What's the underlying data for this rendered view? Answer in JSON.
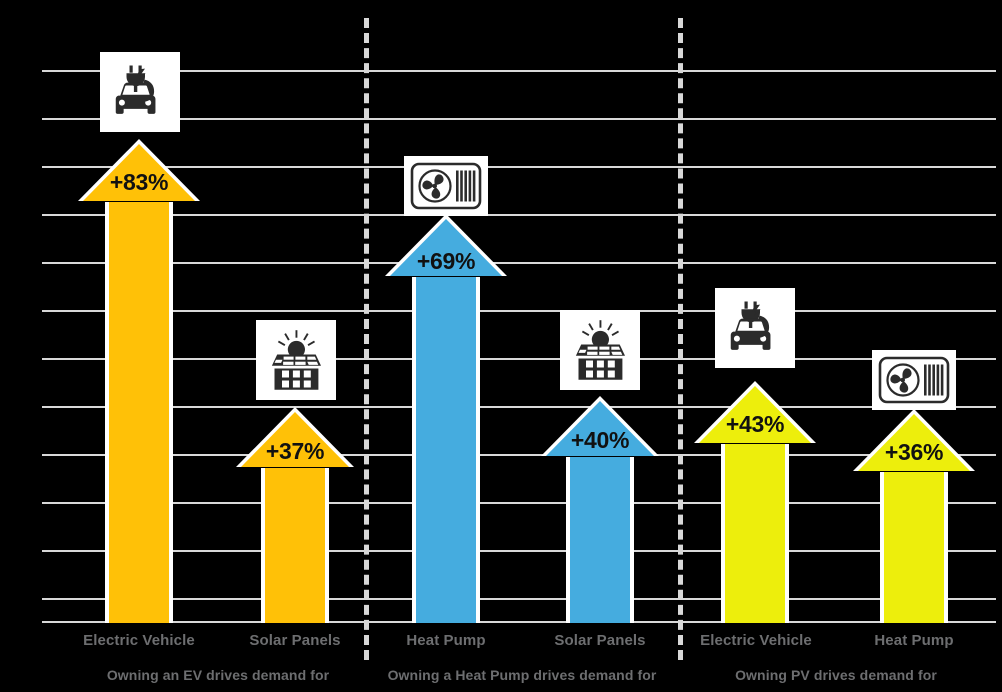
{
  "chart_data": {
    "type": "bar",
    "title": "",
    "xlabel": "",
    "ylabel": "",
    "grid": true,
    "legend_position": "none",
    "categories": [
      "Electric Vehicle",
      "Solar Panels",
      "Heat Pump",
      "Solar Panels",
      "Electric Vehicle",
      "Heat Pump"
    ],
    "values": [
      83,
      37,
      69,
      40,
      43,
      36
    ],
    "value_labels": [
      "+83%",
      "+37%",
      "+69%",
      "+40%",
      "+43%",
      "+36%"
    ],
    "series": [
      {
        "name": "Owning an EV drives demand for",
        "categories": [
          "Electric Vehicle",
          "Solar Panels"
        ],
        "values": [
          83,
          37
        ],
        "color": "#FFC107"
      },
      {
        "name": "Owning  a Heat Pump drives demand for",
        "categories": [
          "Heat Pump",
          "Solar Panels"
        ],
        "values": [
          69,
          40
        ],
        "color": "#45ACDF"
      },
      {
        "name": "Owning PV drives demand for",
        "categories": [
          "Electric Vehicle",
          "Heat Pump"
        ],
        "values": [
          43,
          36
        ],
        "color": "#EDEE0C"
      }
    ],
    "ylim": [
      0,
      96
    ],
    "annotations": [
      "Arrows point upward indicating increased demand"
    ]
  },
  "colors": {
    "background": "#000000",
    "grid": "#d8d8d8",
    "divider": "#d8d8d8",
    "label": "#6d6e70",
    "value_text": "#111111",
    "icon_box": "#ffffff",
    "icon_fill": "#2b2b2b",
    "amber": "#FFC107",
    "blue": "#45ACDF",
    "yellow": "#EDEE0C"
  },
  "bars": [
    {
      "id": "bar-ev-amber",
      "label": "Electric Vehicle",
      "value_label": "+83%",
      "value": 83,
      "color": "#FFC107",
      "icon": "ev-charging-icon"
    },
    {
      "id": "bar-solar-amber",
      "label": "Solar Panels",
      "value_label": "+37%",
      "value": 37,
      "color": "#FFC107",
      "icon": "solar-panel-house-icon"
    },
    {
      "id": "bar-heatpump-blue",
      "label": "Heat Pump",
      "value_label": "+69%",
      "value": 69,
      "color": "#45ACDF",
      "icon": "heat-pump-icon"
    },
    {
      "id": "bar-solar-blue",
      "label": "Solar Panels",
      "value_label": "+40%",
      "value": 40,
      "color": "#45ACDF",
      "icon": "solar-panel-house-icon"
    },
    {
      "id": "bar-ev-yellow",
      "label": "Electric Vehicle",
      "value_label": "+43%",
      "value": 43,
      "color": "#EDEE0C",
      "icon": "ev-charging-icon"
    },
    {
      "id": "bar-heatpump-yellow",
      "label": "Heat Pump",
      "value_label": "+36%",
      "value": 36,
      "color": "#EDEE0C",
      "icon": "heat-pump-icon"
    }
  ],
  "groups": [
    {
      "id": "group-ev",
      "caption": "Owning an EV drives demand for"
    },
    {
      "id": "group-heatpump",
      "caption": "Owning  a Heat Pump drives demand for"
    },
    {
      "id": "group-pv",
      "caption": "Owning PV drives demand for"
    }
  ]
}
